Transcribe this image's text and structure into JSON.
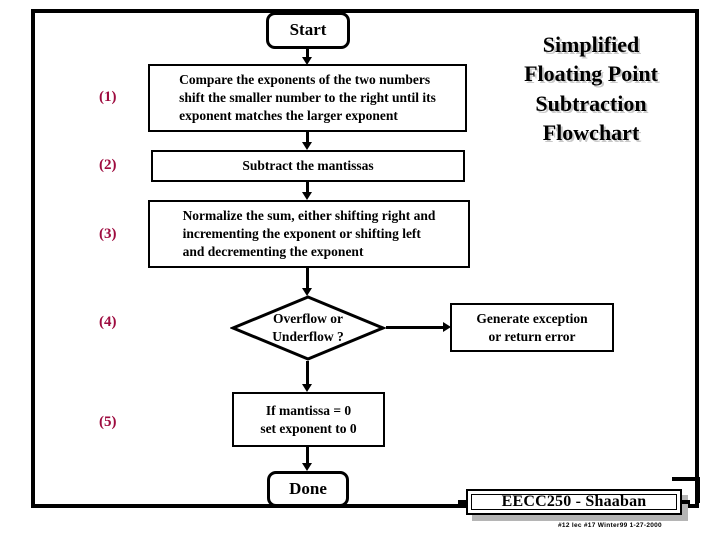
{
  "title": "Simplified\nFloating Point\nSubtraction\nFlowchart",
  "accent_color": "#9E0B3F",
  "flow": {
    "start_label": "Start",
    "done_label": "Done",
    "steps": [
      {
        "index": "(1)",
        "text": "Compare the exponents of the two numbers\nshift the smaller number to the right until its\nexponent matches the larger exponent"
      },
      {
        "index": "(2)",
        "text": "Subtract the mantissas"
      },
      {
        "index": "(3)",
        "text": "Normalize the sum, either shifting right and\nincrementing the exponent or shifting left\nand decrementing the exponent"
      },
      {
        "index": "(4)",
        "text": "Overflow or\nUnderflow ?"
      },
      {
        "index": "(5)",
        "text": "If mantissa = 0\nset exponent to 0"
      }
    ],
    "exception_box": "Generate exception\nor return error"
  },
  "footer": {
    "banner": "EECC250 - Shaaban",
    "sub": "#12  lec #17   Winter99   1-27-2000"
  }
}
